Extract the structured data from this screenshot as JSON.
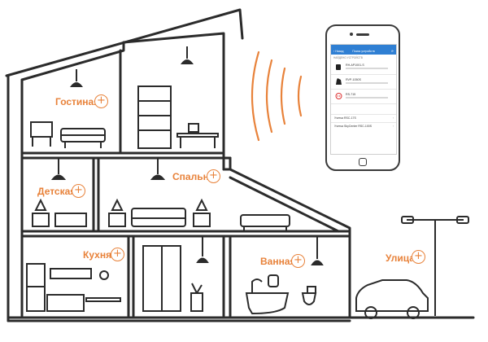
{
  "colors": {
    "accent": "#e8823a",
    "line": "#2b2b2b",
    "phone_bar": "#2f7fd3"
  },
  "rooms": {
    "living": "Гостиная",
    "bedroom": "Спальня",
    "kids": "Детская",
    "kitchen": "Кухня",
    "bathroom": "Ванная",
    "street": "Улица"
  },
  "plus_symbol": "+",
  "phone": {
    "back": "‹ Назад",
    "title": "Поиск устройств",
    "refresh": "⟳",
    "section": "НАЙДЕНО УСТРОЙСТВ",
    "devices": [
      "RH-AP1001-S",
      "RVP-1050S",
      "RS-715"
    ],
    "accounts": [
      "Учетка RSC-17S",
      "Учетка SkyCenter RSC-100S"
    ],
    "arrow": "›"
  }
}
